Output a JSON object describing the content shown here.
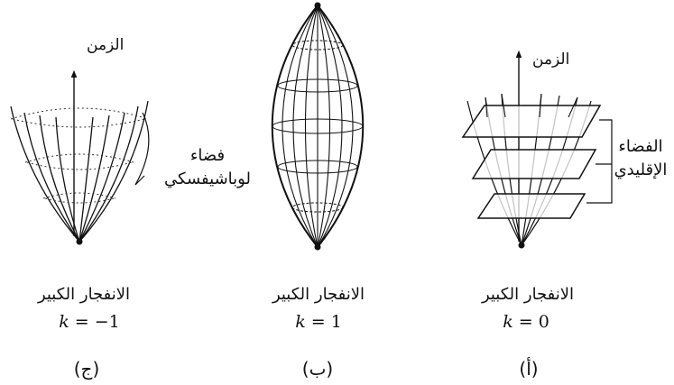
{
  "panels": [
    {
      "id": "c",
      "letter": "(ج)",
      "caption": "الانفجار الكبير",
      "k_symbol": "k",
      "k_value": "= −1",
      "time_label": "الزمن",
      "space_label_line1": "فضاء",
      "space_label_line2": "لوباشيفسكي"
    },
    {
      "id": "b",
      "letter": "(ب)",
      "caption": "الانفجار الكبير",
      "k_symbol": "k",
      "k_value": "= 1"
    },
    {
      "id": "a",
      "letter": "(أ)",
      "caption": "الانفجار الكبير",
      "k_symbol": "k",
      "k_value": "= 0",
      "time_label": "الزمن",
      "space_label_line1": "الفضاء",
      "space_label_line2": "الإقليدي"
    }
  ],
  "colors": {
    "ink": "#111111",
    "background": "#ffffff"
  }
}
